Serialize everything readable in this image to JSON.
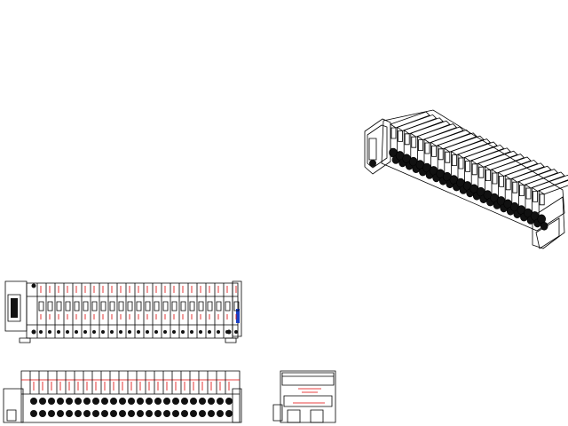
{
  "drawing": {
    "views": [
      {
        "id": "iso-view",
        "kind": "isometric"
      },
      {
        "id": "front-view",
        "kind": "front"
      },
      {
        "id": "bottom-view",
        "kind": "side"
      },
      {
        "id": "end-view",
        "kind": "end"
      }
    ],
    "station_count": 23,
    "colors": {
      "background": "#ffffff",
      "line": "#000000",
      "accent": "#e00000",
      "fill_dark": "#111111"
    }
  }
}
